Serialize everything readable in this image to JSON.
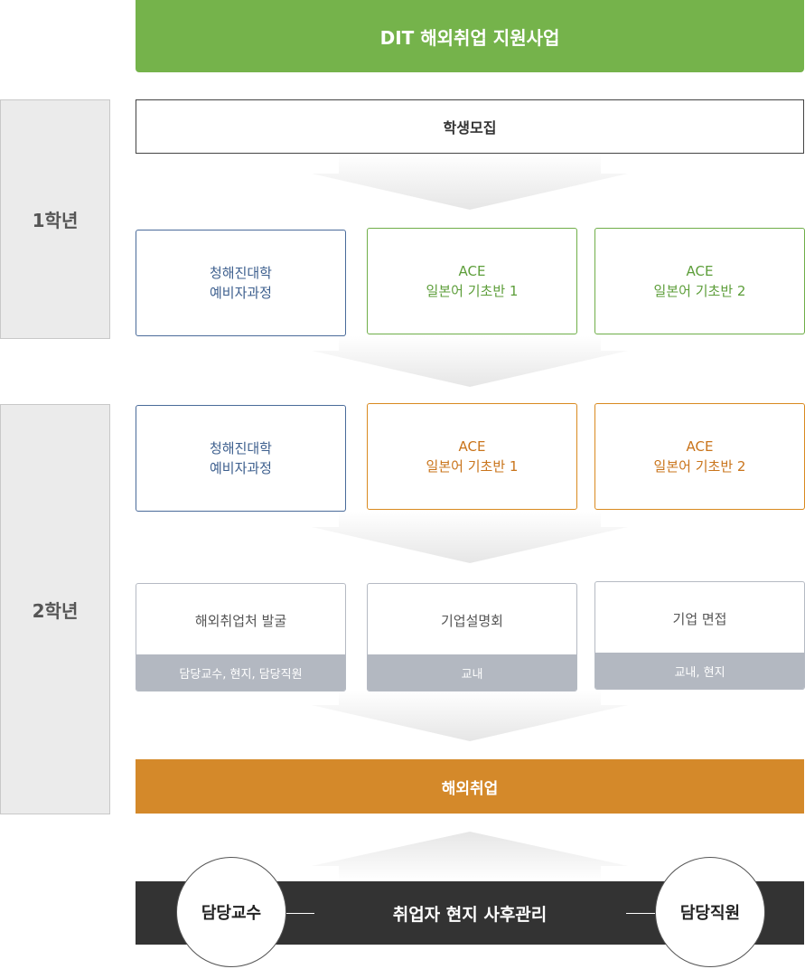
{
  "banner": {
    "title": "DIT 해외취업 지원사업"
  },
  "years": {
    "first": "1학년",
    "second": "2학년"
  },
  "recruit": {
    "label": "학생모집"
  },
  "year1_cards": [
    {
      "line1": "청해진대학",
      "line2": "예비자과정"
    },
    {
      "line1": "ACE",
      "line2": "일본어 기초반 1"
    },
    {
      "line1": "ACE",
      "line2": "일본어 기초반 2"
    }
  ],
  "year2_cards": [
    {
      "line1": "청해진대학",
      "line2": "예비자과정"
    },
    {
      "line1": "ACE",
      "line2": "일본어 기초반 1"
    },
    {
      "line1": "ACE",
      "line2": "일본어 기초반 2"
    }
  ],
  "activities": [
    {
      "title": "해외취업처 발굴",
      "sub": "담당교수, 현지, 담당직원"
    },
    {
      "title": "기업설명회",
      "sub": "교내"
    },
    {
      "title": "기업 면접",
      "sub": "교내, 현지"
    }
  ],
  "goal": {
    "label": "해외취업"
  },
  "aftercare": {
    "label": "취업자 현지 사후관리",
    "left_circle": "담당교수",
    "right_circle": "담당직원"
  },
  "colors": {
    "banner_green": "#75b34b",
    "card_blue": "#3d5f8e",
    "card_green": "#5d9e3a",
    "card_orange": "#c9741b",
    "goal_orange": "#d4892a",
    "bottom_dark": "#333333",
    "footer_gray": "#b3b8c1"
  }
}
